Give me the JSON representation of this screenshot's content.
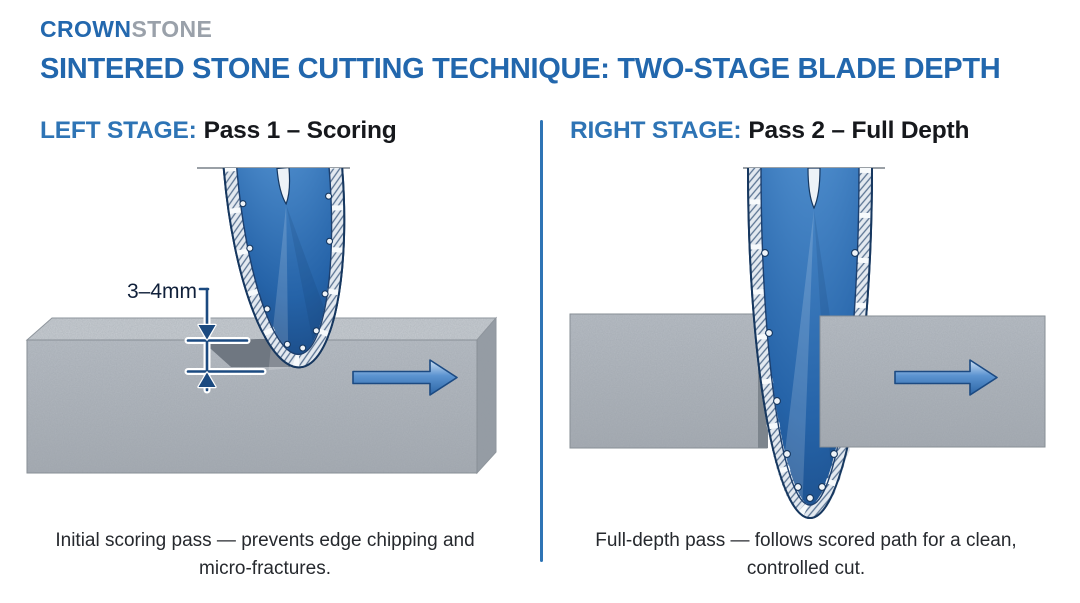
{
  "brand": {
    "part1": "CROWN",
    "part2": "STONE"
  },
  "title": "SINTERED STONE CUTTING TECHNIQUE: TWO-STAGE BLADE DEPTH",
  "left_panel": {
    "stage_label": "LEFT STAGE:",
    "pass_title": "Pass 1 – Scoring",
    "depth_label": "3–4mm",
    "caption": "Initial scoring pass — prevents edge chipping and micro-fractures."
  },
  "right_panel": {
    "stage_label": "RIGHT STAGE:",
    "pass_title": "Pass 2 – Full Depth",
    "caption": "Full-depth pass — follows scored path for a clean, controlled cut."
  },
  "colors": {
    "brand_blue": "#2368ae",
    "brand_gray": "#9aa1aa",
    "title_blue": "#2267ad",
    "stage_label_blue": "#2e74b5",
    "divider_blue": "#2e74b5",
    "blade_navy_outline": "#16375f",
    "blade_blue": "#3a7ec5",
    "slab_gray": "#b3b9c0",
    "annotation_navy": "#1b4a80",
    "arrow_blue": "#4a86c8"
  }
}
